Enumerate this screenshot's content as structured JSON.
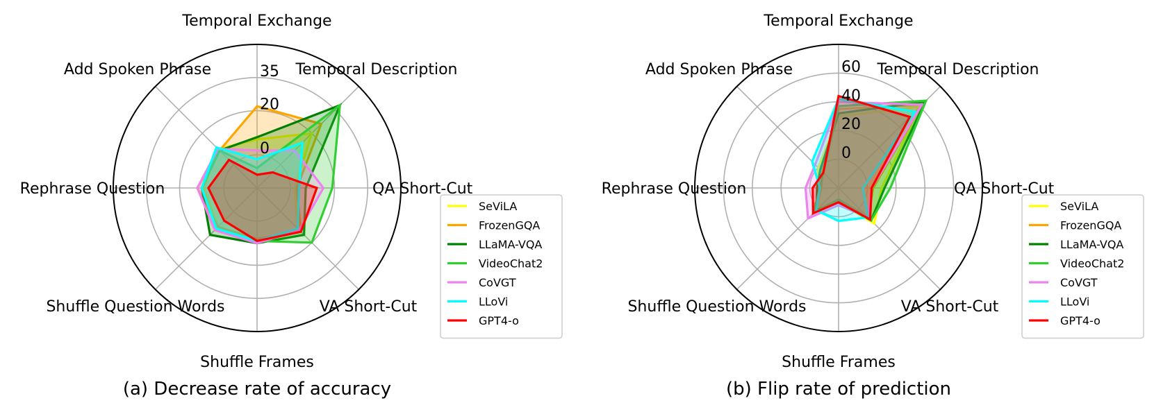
{
  "chart_data": [
    {
      "type": "radar",
      "caption": "(a) Decrease rate of accuracy",
      "axes": [
        "Temporal Exchange",
        "Temporal Description",
        "QA Short-Cut",
        "VA Short-Cut",
        "Shuffle Frames",
        "Shuffle Question Words",
        "Rephrase Question",
        "Add Spoken Phrase"
      ],
      "rlim": [
        -15,
        50
      ],
      "rticks": [
        0,
        20,
        35
      ],
      "grid": true,
      "legend_position": "right",
      "series": [
        {
          "name": "SeViLA",
          "color": "#ffff00",
          "values": [
            7,
            20,
            2,
            11,
            9,
            10,
            9,
            10
          ]
        },
        {
          "name": "FrozenGQA",
          "color": "#ffa500",
          "values": [
            22,
            26,
            3,
            13,
            8,
            10,
            12,
            9
          ]
        },
        {
          "name": "LLaMA-VQA",
          "color": "#008000",
          "values": [
            8,
            38,
            7,
            15,
            10,
            15,
            10,
            9
          ]
        },
        {
          "name": "VideoChat2",
          "color": "#32cd32",
          "values": [
            -6,
            38,
            19,
            20,
            9,
            11,
            10,
            9
          ]
        },
        {
          "name": "CoVGT",
          "color": "#ee82ee",
          "values": [
            2,
            9,
            15,
            12,
            10,
            12,
            12,
            10
          ]
        },
        {
          "name": "LLoVi",
          "color": "#00ffff",
          "values": [
            -2,
            14,
            4,
            11,
            9,
            11,
            10,
            11
          ]
        },
        {
          "name": "GPT4-o",
          "color": "#ff0000",
          "values": [
            -9,
            -5,
            12,
            13,
            9,
            6,
            7,
            3
          ]
        }
      ]
    },
    {
      "type": "radar",
      "caption": "(b) Flip rate of prediction",
      "axes": [
        "Temporal Exchange",
        "Temporal Description",
        "QA Short-Cut",
        "VA Short-Cut",
        "Shuffle Frames",
        "Shuffle Question Words",
        "Rephrase Question",
        "Add Spoken Phrase"
      ],
      "rlim": [
        -20,
        80
      ],
      "rticks": [
        0,
        20,
        40,
        60
      ],
      "grid": true,
      "legend_position": "right",
      "series": [
        {
          "name": "SeViLA",
          "color": "#ffff00",
          "values": [
            30,
            60,
            10,
            15,
            -10,
            0,
            -5,
            0
          ]
        },
        {
          "name": "FrozenGQA",
          "color": "#ffa500",
          "values": [
            35,
            62,
            4,
            9,
            -12,
            3,
            -8,
            -4
          ]
        },
        {
          "name": "LLaMA-VQA",
          "color": "#008000",
          "values": [
            32,
            65,
            12,
            12,
            -10,
            2,
            -5,
            -2
          ]
        },
        {
          "name": "VideoChat2",
          "color": "#32cd32",
          "values": [
            37,
            66,
            16,
            12,
            -12,
            5,
            -7,
            -5
          ]
        },
        {
          "name": "CoVGT",
          "color": "#ee82ee",
          "values": [
            40,
            62,
            3,
            9,
            -8,
            10,
            3,
            3
          ]
        },
        {
          "name": "LLoVi",
          "color": "#00ffff",
          "values": [
            42,
            55,
            -3,
            9,
            3,
            2,
            -7,
            6
          ]
        },
        {
          "name": "GPT4-o",
          "color": "#ff0000",
          "values": [
            44,
            50,
            3,
            11,
            -10,
            5,
            -2,
            -5
          ]
        }
      ]
    }
  ]
}
